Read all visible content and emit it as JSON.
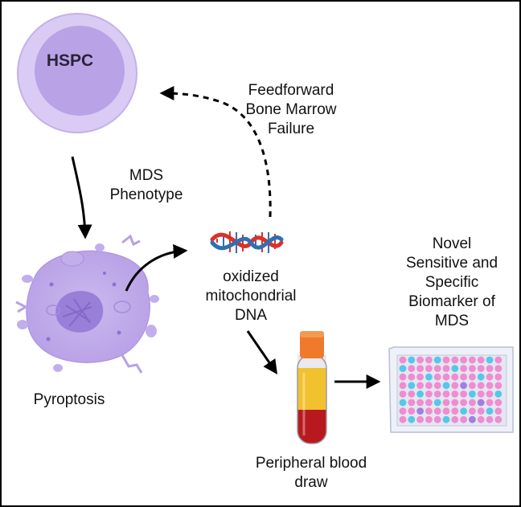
{
  "labels": {
    "hspc": "HSPC",
    "feedforward": [
      "Feedforward",
      "Bone Marrow",
      "Failure"
    ],
    "mds_phenotype": [
      "MDS",
      "Phenotype"
    ],
    "oxidized_dna": [
      "oxidized",
      "mitochondrial",
      "DNA"
    ],
    "biomarker": [
      "Novel",
      "Sensitive and",
      "Specific",
      "Biomarker of",
      "MDS"
    ],
    "pyroptosis": "Pyroptosis",
    "blood_draw": [
      "Peripheral blood",
      "draw"
    ]
  },
  "colors": {
    "cell_purple": "#c7b3ea",
    "cell_outer": "#d6c6f2",
    "nucleus": "#9a7fd8",
    "dna_red": "#d9312b",
    "dna_blue": "#2f6fb5",
    "tube_cap": "#ef7a2c",
    "plasma": "#f2c12e",
    "blood": "#b8191f",
    "well_pink": "#f08ccf",
    "well_cyan": "#56c7e8",
    "well_purple": "#a07fe0"
  },
  "plate": {
    "rows": 8,
    "cols": 12
  }
}
